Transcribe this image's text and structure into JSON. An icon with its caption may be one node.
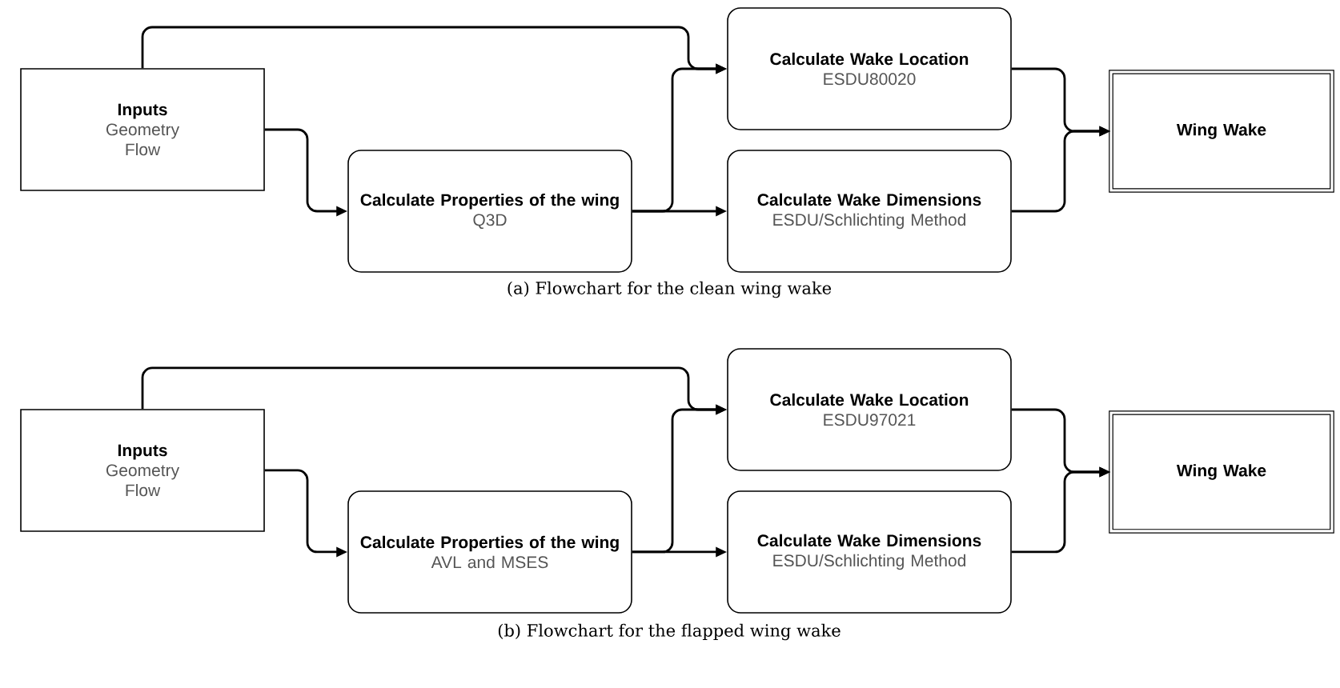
{
  "diagram": {
    "nodes": [
      {
        "text": [
          "Inputs",
          "Geometry",
          "Flow"
        ]
      },
      {
        "text": [
          "Calculate Properties of the wing",
          "Q3D"
        ]
      },
      {
        "text": [
          "Calculate Wake Location",
          "ESDU80020"
        ]
      },
      {
        "text": [
          "Calculate Wake Dimensions",
          "ESDU/Schlichting Method"
        ]
      },
      {
        "text": [
          "Wing Wake"
        ]
      },
      {
        "text": [
          "Inputs",
          "Geometry",
          "Flow"
        ]
      },
      {
        "text": [
          "Calculate Properties of the wing",
          "AVL and MSES"
        ]
      },
      {
        "text": [
          "Calculate Wake Location",
          "ESDU97021"
        ]
      },
      {
        "text": [
          "Calculate Wake Dimensions",
          "ESDU/Schlichting Method"
        ]
      },
      {
        "text": [
          "Wing Wake"
        ]
      }
    ],
    "edges": [
      {
        "from": 0,
        "to": 2,
        "arrow": "to"
      },
      {
        "from": 0,
        "to": 1,
        "arrow": "to"
      },
      {
        "from": 1,
        "to": 2,
        "arrow": "to"
      },
      {
        "from": 1,
        "to": 3,
        "arrow": "to"
      },
      {
        "from": 2,
        "to": 4,
        "arrow": "to"
      },
      {
        "from": 3,
        "to": 4,
        "arrow": "to"
      },
      {
        "from": 5,
        "to": 7,
        "arrow": "to"
      },
      {
        "from": 5,
        "to": 6,
        "arrow": "to"
      },
      {
        "from": 6,
        "to": 7,
        "arrow": "to"
      },
      {
        "from": 6,
        "to": 8,
        "arrow": "to"
      },
      {
        "from": 7,
        "to": 9,
        "arrow": "to"
      },
      {
        "from": 8,
        "to": 9,
        "arrow": "to"
      }
    ],
    "labels": [
      "(a) Flowchart for the clean wing wake",
      "(b) Flowchart for the flapped wing wake"
    ]
  }
}
